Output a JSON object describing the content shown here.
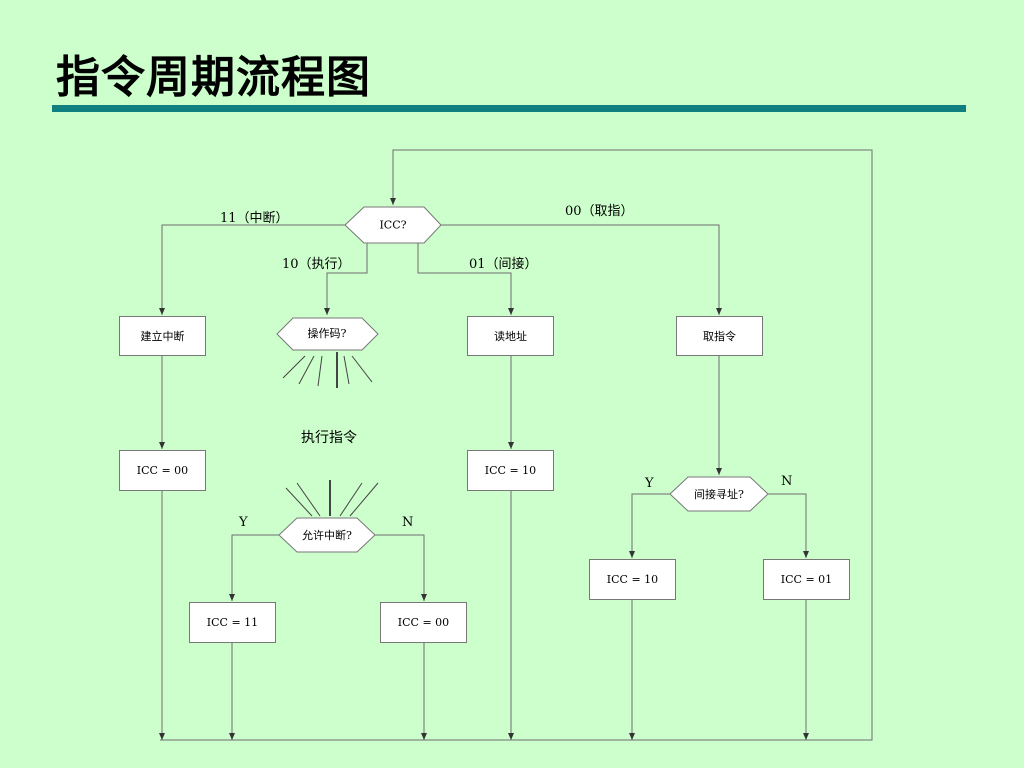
{
  "title": "指令周期流程图",
  "nodes": {
    "icc_decision": "ICC?",
    "set_interrupt": "建立中断",
    "opcode_decision": "操作码?",
    "read_address": "读地址",
    "fetch_instruction": "取指令",
    "execute_instruction": "执行指令",
    "icc_00_left": "ICC = 00",
    "icc_10_mid": "ICC = 10",
    "indirect_decision": "间接寻址?",
    "icc_10_right": "ICC = 10",
    "icc_01": "ICC = 01",
    "interrupt_allowed_decision": "允许中断?",
    "icc_11": "ICC = 11",
    "icc_00_bottom": "ICC = 00"
  },
  "edge_labels": {
    "icc_11": "11（中断）",
    "icc_00": "00（取指）",
    "icc_10": "10（执行）",
    "icc_01": "01（间接）",
    "indirect_yes": "Y",
    "indirect_no": "N",
    "interrupt_yes": "Y",
    "interrupt_no": "N"
  },
  "colors": {
    "background": "#ccffcc",
    "title_bar": "#0f7f7f",
    "line": "#6e6e6e"
  }
}
